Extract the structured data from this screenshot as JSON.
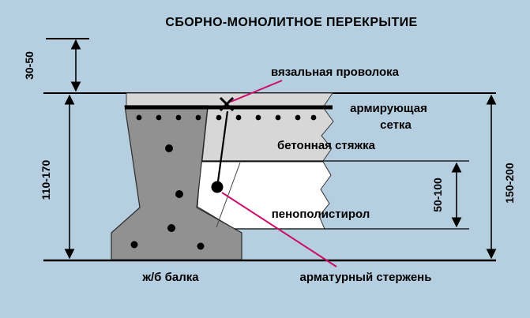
{
  "title": "СБОРНО-МОНОЛИТНОЕ ПЕРЕКРЫТИЕ",
  "labels": {
    "binding_wire": "вязальная проволока",
    "reinforcing_mesh_line1": "армирующая",
    "reinforcing_mesh_line2": "сетка",
    "concrete_screed": "бетонная стяжка",
    "polystyrene": "пенополистирол",
    "rc_beam": "ж/б балка",
    "rebar_rod": "арматурный стержень"
  },
  "dimensions": {
    "screed_above_mesh": "30-50",
    "beam_height": "110-170",
    "polystyrene_thickness": "50-100",
    "total_thickness": "150-200"
  },
  "colors": {
    "background": "#b5cfe0",
    "title_text": "#1d2566",
    "beam_fill": "#919191",
    "screed_fill": "#d7d7d7",
    "polystyrene_fill": "#ffffff",
    "pointer_line": "#cc0a6a"
  }
}
